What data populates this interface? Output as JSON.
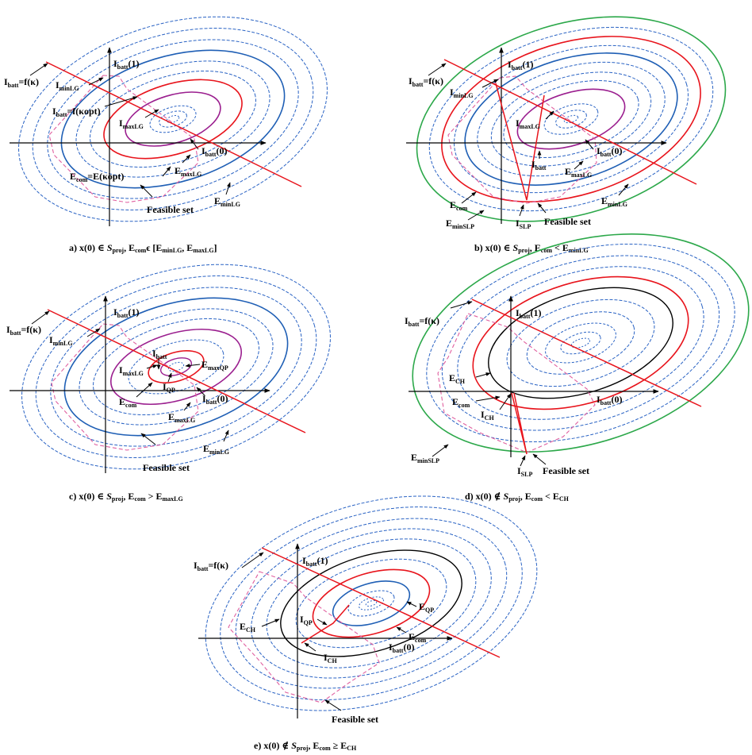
{
  "colors": {
    "blue": "#1f5fb5",
    "blue_dash": "#2a63c4",
    "red": "#e8141c",
    "purple": "#9b1f8f",
    "green": "#2ca84a",
    "pink": "#e060a0",
    "black": "#000000"
  },
  "panels": {
    "a": {
      "caption_pre": "a) x(0) ∈ ",
      "caption_s": "S",
      "caption_sub": "proj",
      "caption_post": ", E",
      "caption_sub2": "com",
      "caption_tail": "ϵ [E",
      "caption_sub3": "minLG",
      "caption_tail2": ", E",
      "caption_sub4": "maxLG",
      "caption_end": "]",
      "labels": {
        "ibatt_f": "I",
        "ibatt_f_sub": "batt",
        "ibatt_f_post": "=f(κ)",
        "iminlg": "I",
        "iminlg_sub": "minLG",
        "ibatt_kopt": "I",
        "ibatt_kopt_sub": "batt",
        "ibatt_kopt_post": "=f(κopt)",
        "imaxlg": "I",
        "imaxlg_sub": "maxLG",
        "ibatt1": "I",
        "ibatt1_sub": "batt",
        "ibatt1_post": "(1)",
        "ibatt0": "I",
        "ibatt0_sub": "batt",
        "ibatt0_post": "(0)",
        "emaxlg": "E",
        "emaxlg_sub": "maxLG",
        "ecom": "E",
        "ecom_sub": "com",
        "ecom_post": "=E(κopt)",
        "eminlg": "E",
        "eminlg_sub": "minLG",
        "feasible": "Feasible set"
      }
    },
    "b": {
      "caption_pre": "b) x(0) ∈ ",
      "caption_s": "S",
      "caption_sub": "proj",
      "caption_post": ", E",
      "caption_sub2": "com",
      "caption_tail": " <  E",
      "caption_sub3": "minLG",
      "labels": {
        "ibatt_f": "I",
        "ibatt_f_sub": "batt",
        "ibatt_f_post": "=f(κ)",
        "iminlg": "I",
        "iminlg_sub": "minLG",
        "imaxlg": "I",
        "imaxlg_sub": "maxLG",
        "ibatt1": "I",
        "ibatt1_sub": "batt",
        "ibatt1_post": "(1)",
        "ibatt0": "I",
        "ibatt0_sub": "batt",
        "ibatt0_post": "(0)",
        "ibatt": "I",
        "ibatt_sub": "batt",
        "emaxlg": "E",
        "emaxlg_sub": "maxLG",
        "eminlg": "E",
        "eminlg_sub": "minLG",
        "ecom": "E",
        "ecom_sub": "com",
        "eminslp": "E",
        "eminslp_sub": "minSLP",
        "islp": "I",
        "islp_sub": "SLP",
        "feasible": "Feasible set"
      }
    },
    "c": {
      "caption_pre": "c) x(0) ∈ ",
      "caption_s": "S",
      "caption_sub": "proj",
      "caption_post": ", E",
      "caption_sub2": "com",
      "caption_tail": " >  E",
      "caption_sub3": "maxLG",
      "labels": {
        "ibatt_f": "I",
        "ibatt_f_sub": "batt",
        "ibatt_f_post": "=f(κ)",
        "iminlg": "I",
        "iminlg_sub": "minLG",
        "ibatt1": "I",
        "ibatt1_sub": "batt",
        "ibatt1_post": "(1)",
        "ibatt": "I",
        "ibatt_sub": "batt",
        "imaxlg": "I",
        "imaxlg_sub": "maxLG",
        "emaxqp": "E",
        "emaxqp_sub": "maxQP",
        "iqp": "I",
        "iqp_sub": "QP",
        "ecom": "E",
        "ecom_sub": "com",
        "ibatt0": "I",
        "ibatt0_sub": "batt",
        "ibatt0_post": "(0)",
        "emaxlg": "E",
        "emaxlg_sub": "maxLG",
        "eminlg": "E",
        "eminlg_sub": "minLG",
        "feasible": "Feasible set"
      }
    },
    "d": {
      "caption_pre": "d) x(0) ∉ ",
      "caption_s": "S",
      "caption_sub": "proj",
      "caption_post": ", E",
      "caption_sub2": "com",
      "caption_tail": " <  E",
      "caption_sub3": "CH",
      "labels": {
        "ibatt_f": "I",
        "ibatt_f_sub": "batt",
        "ibatt_f_post": "=f(κ)",
        "ibatt1": "I",
        "ibatt1_sub": "batt",
        "ibatt1_post": "(1)",
        "ech": "E",
        "ech_sub": "CH",
        "ecom": "E",
        "ecom_sub": "com",
        "ich": "I",
        "ich_sub": "CH",
        "ibatt0": "I",
        "ibatt0_sub": "batt",
        "ibatt0_post": "(0)",
        "eminslp": "E",
        "eminslp_sub": "minSLP",
        "islp": "I",
        "islp_sub": "SLP",
        "feasible": "Feasible set"
      }
    },
    "e": {
      "caption_pre": "e) x(0) ∉ ",
      "caption_s": "S",
      "caption_sub": "proj",
      "caption_post": ", E",
      "caption_sub2": "com",
      "caption_tail": " ≥  E",
      "caption_sub3": "CH",
      "labels": {
        "ibatt_f": "I",
        "ibatt_f_sub": "batt",
        "ibatt_f_post": "=f(κ)",
        "ibatt1": "I",
        "ibatt1_sub": "batt",
        "ibatt1_post": "(1)",
        "iqp": "I",
        "iqp_sub": "QP",
        "eqp": "E",
        "eqp_sub": "QP",
        "ech": "E",
        "ech_sub": "CH",
        "ecom": "E",
        "ecom_sub": "com",
        "ich": "I",
        "ich_sub": "CH",
        "ibatt0": "I",
        "ibatt0_sub": "batt",
        "ibatt0_post": "(0)",
        "feasible": "Feasible set"
      }
    }
  }
}
